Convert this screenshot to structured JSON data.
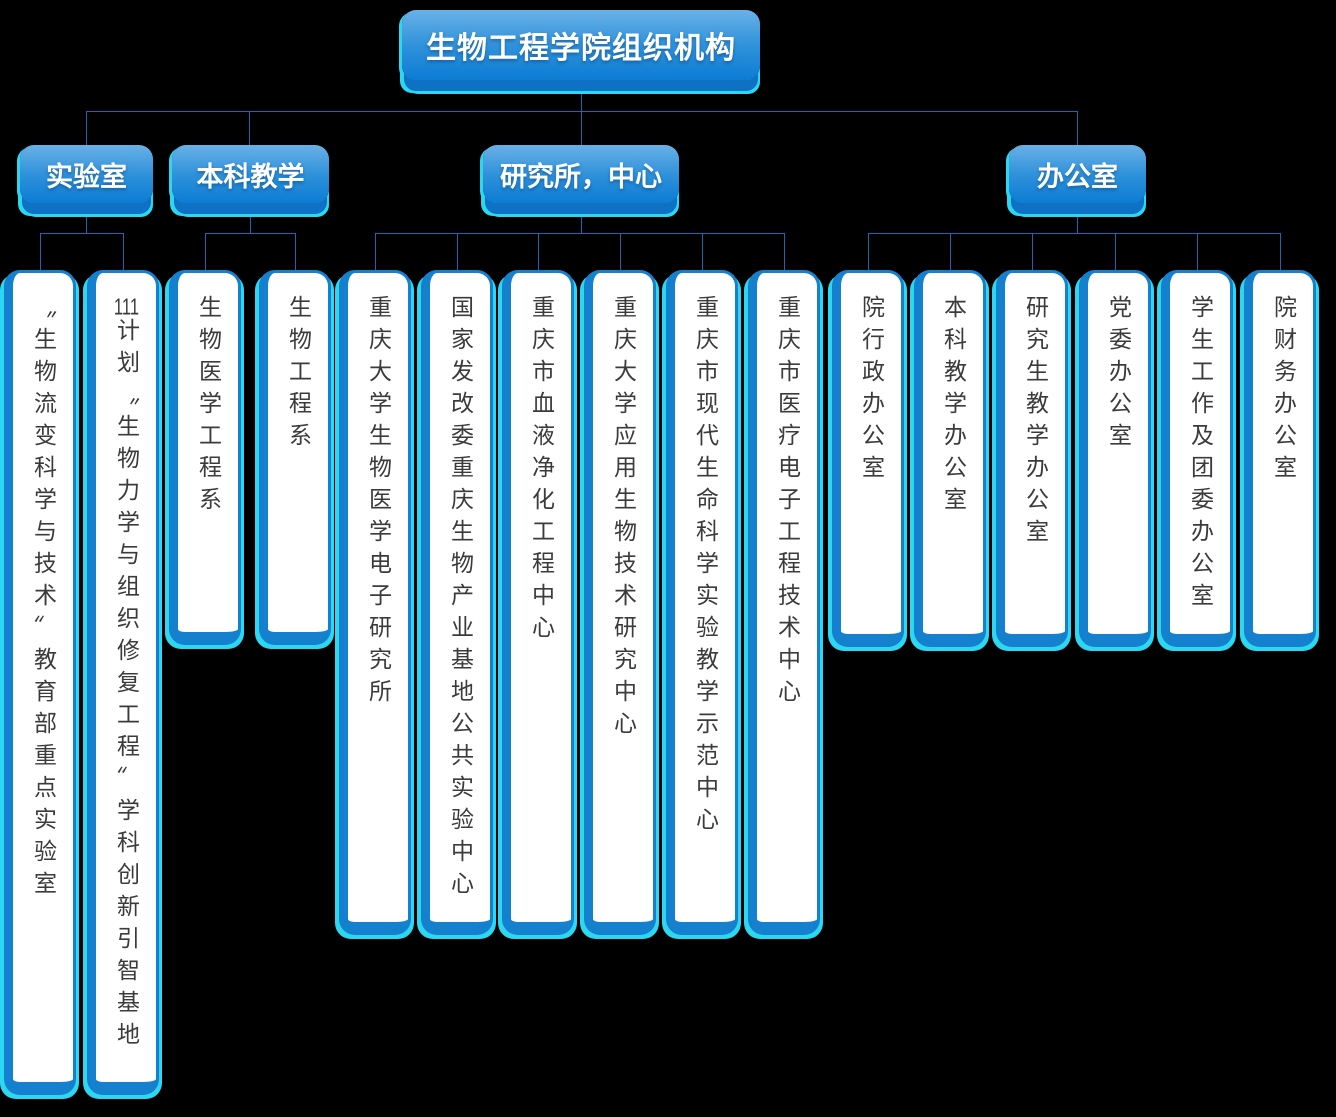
{
  "root": {
    "label": "生物工程学院组织机构"
  },
  "groups": [
    {
      "label": "实验室",
      "children": [
        {
          "label": "〝生物流变科学与技术〞教育部重点实验室"
        },
        {
          "prefix": "111",
          "label": "计划〝生物力学与组织修复工程〞学科创新引智基地"
        }
      ]
    },
    {
      "label": "本科教学",
      "children": [
        {
          "label": "生物医学工程系"
        },
        {
          "label": "生物工程系"
        }
      ]
    },
    {
      "label": "研究所，中心",
      "children": [
        {
          "label": "重庆大学生物医学电子研究所"
        },
        {
          "label": "国家发改委重庆生物产业基地公共实验中心"
        },
        {
          "label": "重庆市血液净化工程中心"
        },
        {
          "label": "重庆大学应用生物技术研究中心"
        },
        {
          "label": "重庆市现代生命科学实验教学示范中心"
        },
        {
          "label": "重庆市医疗电子工程技术中心"
        }
      ]
    },
    {
      "label": "办公室",
      "children": [
        {
          "label": "院行政办公室"
        },
        {
          "label": "本科教学办公室"
        },
        {
          "label": "研究生教学办公室"
        },
        {
          "label": "党委办公室"
        },
        {
          "label": "学生工作及团委办公室"
        },
        {
          "label": "院财务办公室"
        }
      ]
    }
  ],
  "colors": {
    "background": "#000000",
    "node_gradient_top": "#69b1e7",
    "node_gradient_bottom": "#0c7cd4",
    "node_shadow_blue": "#0e71c4",
    "cyan_glow": "#2bd7f1",
    "box_border_blue": "#1480ce",
    "connector_line": "#1767b3",
    "box_text": "#3b3b3b",
    "node_text": "#ffffff"
  }
}
